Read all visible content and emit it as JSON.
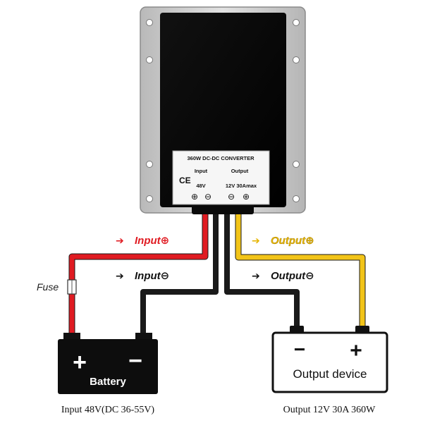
{
  "converter": {
    "label_title": "360W DC-DC  CONVERTER",
    "label_input": "Input",
    "label_output": "Output",
    "ce_mark": "CE",
    "input_voltage": "48V",
    "output_rating": "12V 30Amax",
    "plus_symbol": "⊕",
    "minus_symbol": "⊖"
  },
  "wires": {
    "input_positive": "Input⊕",
    "input_negative": "Input⊖",
    "output_positive": "Output⊕",
    "output_negative": "Output⊖",
    "arrow": "➔"
  },
  "fuse_label": "Fuse",
  "battery": {
    "label": "Battery",
    "plus": "+",
    "minus": "−"
  },
  "output_device": {
    "label": "Output device",
    "plus": "+",
    "minus": "−"
  },
  "captions": {
    "input": "Input 48V(DC 36-55V)",
    "output": "Output 12V 30A 360W"
  },
  "colors": {
    "red_wire": "#e01b22",
    "yellow_wire": "#f2c418",
    "black_wire": "#1a1a1a",
    "red_label": "#e01b22",
    "yellow_label": "#e6b400",
    "casing": "#c9c9c9"
  }
}
